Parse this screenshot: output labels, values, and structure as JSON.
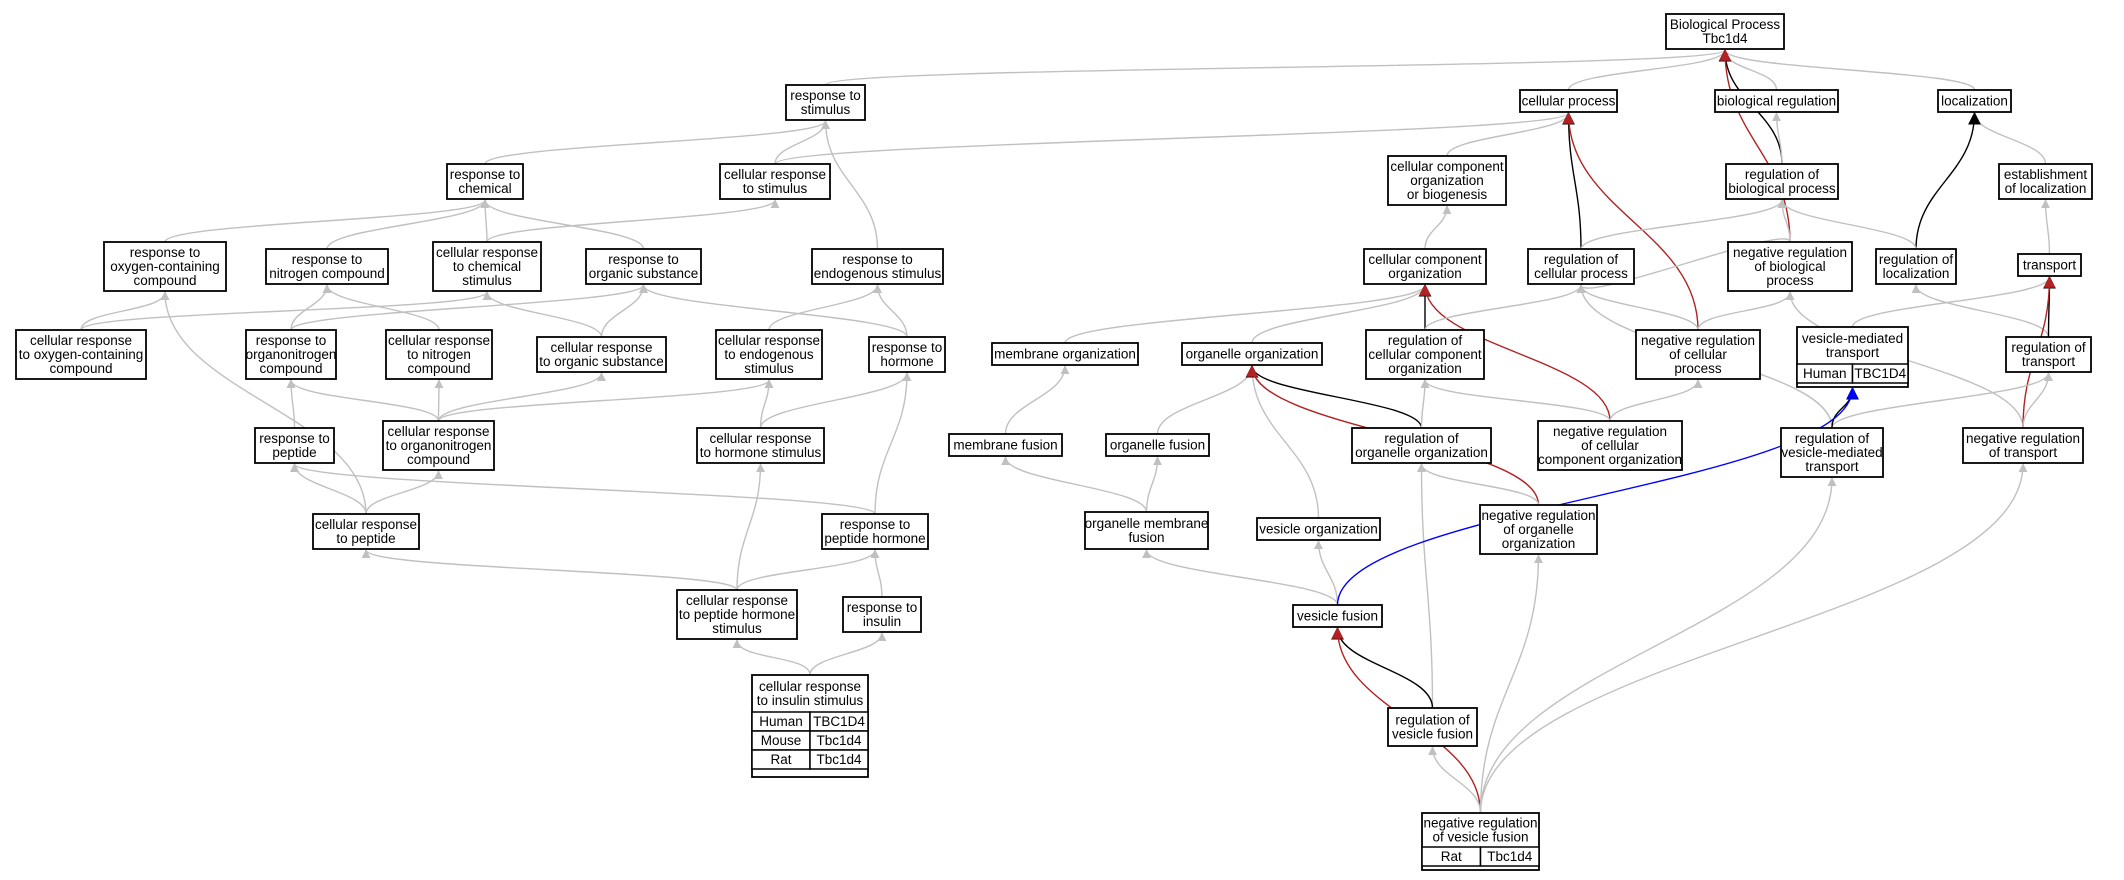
{
  "colors": {
    "gray": "#c0c0c0",
    "black": "#000000",
    "red": "#b22222",
    "blue": "#0000ff",
    "human": "#f4634b",
    "mouse": "#a9d8e6",
    "rat": "#ffd700"
  },
  "nodes": {
    "bp": {
      "lines": [
        "Biological Process",
        "Tbc1d4"
      ]
    },
    "rts": {
      "lines": [
        "response to",
        "stimulus"
      ]
    },
    "cp": {
      "lines": [
        "cellular process"
      ]
    },
    "bioreg": {
      "lines": [
        "biological regulation"
      ]
    },
    "loc": {
      "lines": [
        "localization"
      ]
    },
    "rtc": {
      "lines": [
        "response to",
        "chemical"
      ]
    },
    "crts": {
      "lines": [
        "cellular response",
        "to stimulus"
      ]
    },
    "ccob": {
      "lines": [
        "cellular component",
        "organization",
        "or biogenesis"
      ]
    },
    "rbp": {
      "lines": [
        "regulation of",
        "biological process"
      ]
    },
    "eol": {
      "lines": [
        "establishment",
        "of localization"
      ]
    },
    "rtocc": {
      "lines": [
        "response to",
        "oxygen-containing",
        "compound"
      ]
    },
    "rtnc": {
      "lines": [
        "response to",
        "nitrogen compound"
      ]
    },
    "crtcs": {
      "lines": [
        "cellular response",
        "to chemical",
        "stimulus"
      ]
    },
    "rtos": {
      "lines": [
        "response to",
        "organic substance"
      ]
    },
    "rtes": {
      "lines": [
        "response to",
        "endogenous stimulus"
      ]
    },
    "cco": {
      "lines": [
        "cellular component",
        "organization"
      ]
    },
    "rocp": {
      "lines": [
        "regulation of",
        "cellular process"
      ]
    },
    "nrbp": {
      "lines": [
        "negative regulation",
        "of biological",
        "process"
      ]
    },
    "rol": {
      "lines": [
        "regulation of",
        "localization"
      ]
    },
    "transport": {
      "lines": [
        "transport"
      ]
    },
    "crtocc": {
      "lines": [
        "cellular response",
        "to oxygen-containing",
        "compound"
      ]
    },
    "rtonc": {
      "lines": [
        "response to",
        "organonitrogen",
        "compound"
      ]
    },
    "crtnc": {
      "lines": [
        "cellular response",
        "to nitrogen",
        "compound"
      ]
    },
    "crtos": {
      "lines": [
        "cellular response",
        "to organic substance"
      ]
    },
    "crtes": {
      "lines": [
        "cellular response",
        "to endogenous",
        "stimulus"
      ]
    },
    "rth": {
      "lines": [
        "response to",
        "hormone"
      ]
    },
    "memorg": {
      "lines": [
        "membrane organization"
      ]
    },
    "orgorg": {
      "lines": [
        "organelle organization"
      ]
    },
    "rccco": {
      "lines": [
        "regulation of",
        "cellular component",
        "organization"
      ]
    },
    "nrocp": {
      "lines": [
        "negative regulation",
        "of cellular",
        "process"
      ]
    },
    "vmt": {
      "lines": [
        "vesicle-mediated",
        "transport"
      ]
    },
    "rot": {
      "lines": [
        "regulation of",
        "transport"
      ]
    },
    "rtp": {
      "lines": [
        "response to",
        "peptide"
      ]
    },
    "crtonc": {
      "lines": [
        "cellular response",
        "to organonitrogen",
        "compound"
      ]
    },
    "crths": {
      "lines": [
        "cellular response",
        "to hormone stimulus"
      ]
    },
    "memfus": {
      "lines": [
        "membrane fusion"
      ]
    },
    "orgfus": {
      "lines": [
        "organelle fusion"
      ]
    },
    "roo": {
      "lines": [
        "regulation of",
        "organelle organization"
      ]
    },
    "nrccco": {
      "lines": [
        "negative regulation",
        "of cellular",
        "component organization"
      ]
    },
    "rvmt": {
      "lines": [
        "regulation of",
        "vesicle-mediated",
        "transport"
      ]
    },
    "nrot": {
      "lines": [
        "negative regulation",
        "of transport"
      ]
    },
    "crtp": {
      "lines": [
        "cellular response",
        "to peptide"
      ]
    },
    "rtph": {
      "lines": [
        "response to",
        "peptide hormone"
      ]
    },
    "omf": {
      "lines": [
        "organelle membrane",
        "fusion"
      ]
    },
    "vo": {
      "lines": [
        "vesicle organization"
      ]
    },
    "nroo": {
      "lines": [
        "negative regulation",
        "of organelle",
        "organization"
      ]
    },
    "crtphs": {
      "lines": [
        "cellular response",
        "to peptide hormone",
        "stimulus"
      ]
    },
    "rti": {
      "lines": [
        "response to",
        "insulin"
      ]
    },
    "vf": {
      "lines": [
        "vesicle fusion"
      ]
    },
    "crtis": {
      "lines": [
        "cellular response",
        "to insulin stimulus"
      ]
    },
    "rvf": {
      "lines": [
        "regulation of",
        "vesicle fusion"
      ]
    },
    "nrvf": {
      "lines": [
        "negative regulation",
        "of vesicle fusion"
      ]
    }
  },
  "orthologs": {
    "vmt": [
      {
        "species": "Human",
        "gene": "TBC1D4"
      }
    ],
    "crtis": [
      {
        "species": "Human",
        "gene": "TBC1D4"
      },
      {
        "species": "Mouse",
        "gene": "Tbc1d4"
      },
      {
        "species": "Rat",
        "gene": "Tbc1d4"
      }
    ],
    "nrvf": [
      {
        "species": "Rat",
        "gene": "Tbc1d4"
      }
    ]
  }
}
